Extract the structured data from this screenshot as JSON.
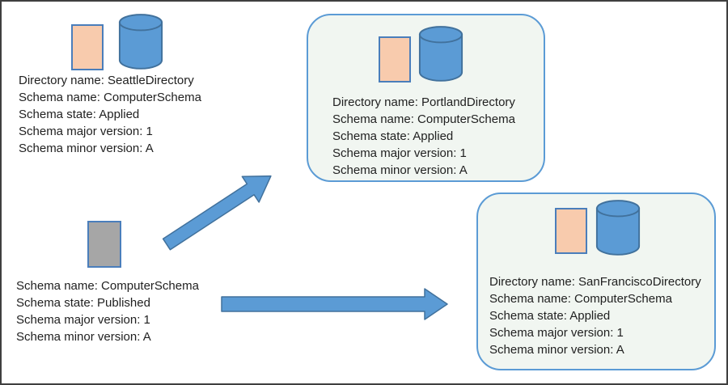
{
  "canvas": {
    "background": "#ffffff",
    "border_color": "#3f3f3f"
  },
  "colors": {
    "canvas_bg": "#ffffff",
    "text_color": "#212121",
    "arrow_fill": "#5B9BD5",
    "arrow_stroke": "#41719C",
    "cylinder_fill": "#5B9BD5",
    "cylinder_stroke": "#41719C",
    "schema_fill": "#F8CBAD",
    "schema_stroke": "#4A7EBB",
    "published_fill": "#A6A6A6",
    "box_bg": "#F1F6F1",
    "box_border": "#5B9BD5"
  },
  "icons": {
    "applied_schema": "schema-rectangle-icon",
    "directory": "database-cylinder-icon",
    "published_schema": "published-schema-rectangle-icon"
  },
  "nodes": {
    "seattle": {
      "lines": [
        "Directory name: SeattleDirectory",
        "Schema name: ComputerSchema",
        "Schema state: Applied",
        "Schema major version: 1",
        "Schema minor version: A"
      ]
    },
    "published": {
      "lines": [
        "Schema name: ComputerSchema",
        "Schema state: Published",
        "Schema major version: 1",
        "Schema minor version: A"
      ]
    },
    "portland": {
      "lines": [
        "Directory name: PortlandDirectory",
        "Schema name: ComputerSchema",
        "Schema state: Applied",
        "Schema major version: 1",
        "Schema minor version: A"
      ]
    },
    "sanfrancisco": {
      "lines": [
        "Directory name: SanFranciscoDirectory",
        "Schema name: ComputerSchema",
        "Schema state: Applied",
        "Schema major version: 1",
        "Schema minor version: A"
      ]
    }
  }
}
